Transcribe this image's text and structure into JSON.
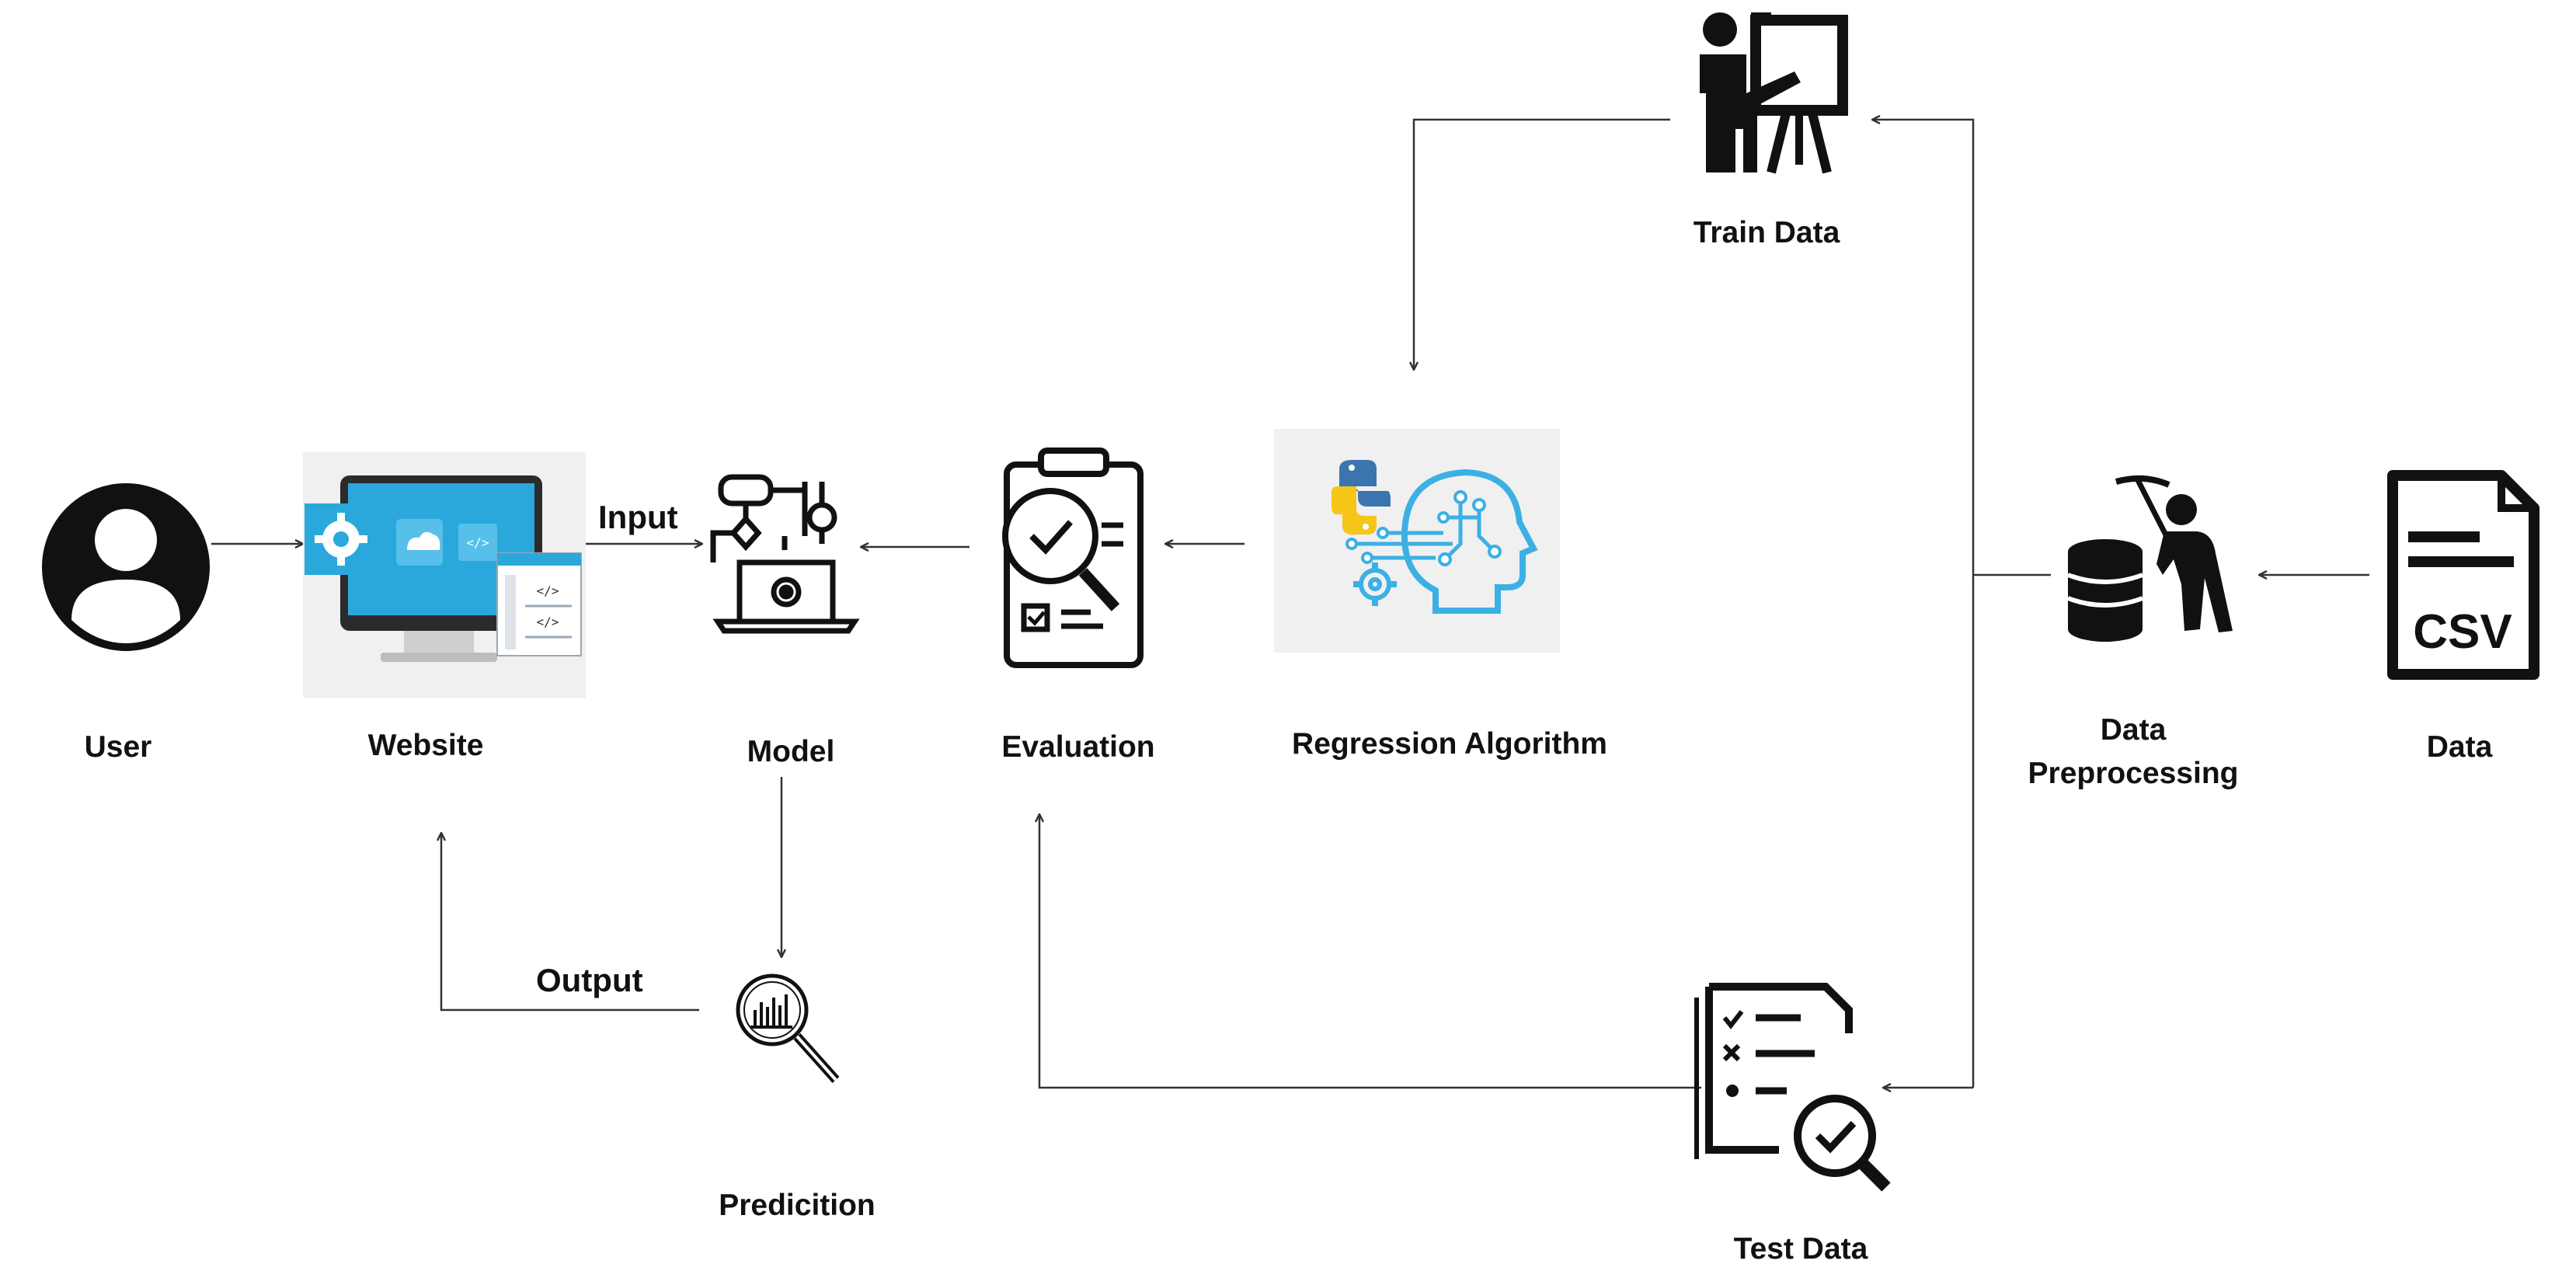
{
  "nodes": {
    "user": {
      "label": "User",
      "icon": "user-avatar-icon"
    },
    "website": {
      "label": "Website",
      "icon": "monitor-website-icon"
    },
    "model": {
      "label": "Model",
      "icon": "flowchart-laptop-icon"
    },
    "evaluation": {
      "label": "Evaluation",
      "icon": "clipboard-magnifier-icon"
    },
    "regression": {
      "label": "Regression Algorithm",
      "icon": "python-ai-head-icon"
    },
    "train_data": {
      "label": "Train Data",
      "icon": "presenter-board-icon"
    },
    "preprocessing": {
      "label_line1": "Data",
      "label_line2": "Preprocessing",
      "icon": "database-miner-icon"
    },
    "data": {
      "label": "Data",
      "icon": "csv-file-icon",
      "icon_text": "CSV"
    },
    "test_data": {
      "label": "Test Data",
      "icon": "checklist-magnifier-icon"
    },
    "prediction": {
      "label": "Predicition",
      "icon": "chart-magnifier-icon"
    }
  },
  "edges": {
    "input_label": "Input",
    "output_label": "Output"
  },
  "colors": {
    "line": "#333333",
    "icon_black": "#111111",
    "accent_blue": "#2aa8dc",
    "icon_blue": "#3cb0e4",
    "python_blue": "#3a75b0",
    "python_yellow": "#f5c518",
    "panel_bg": "#f0f0f0"
  }
}
